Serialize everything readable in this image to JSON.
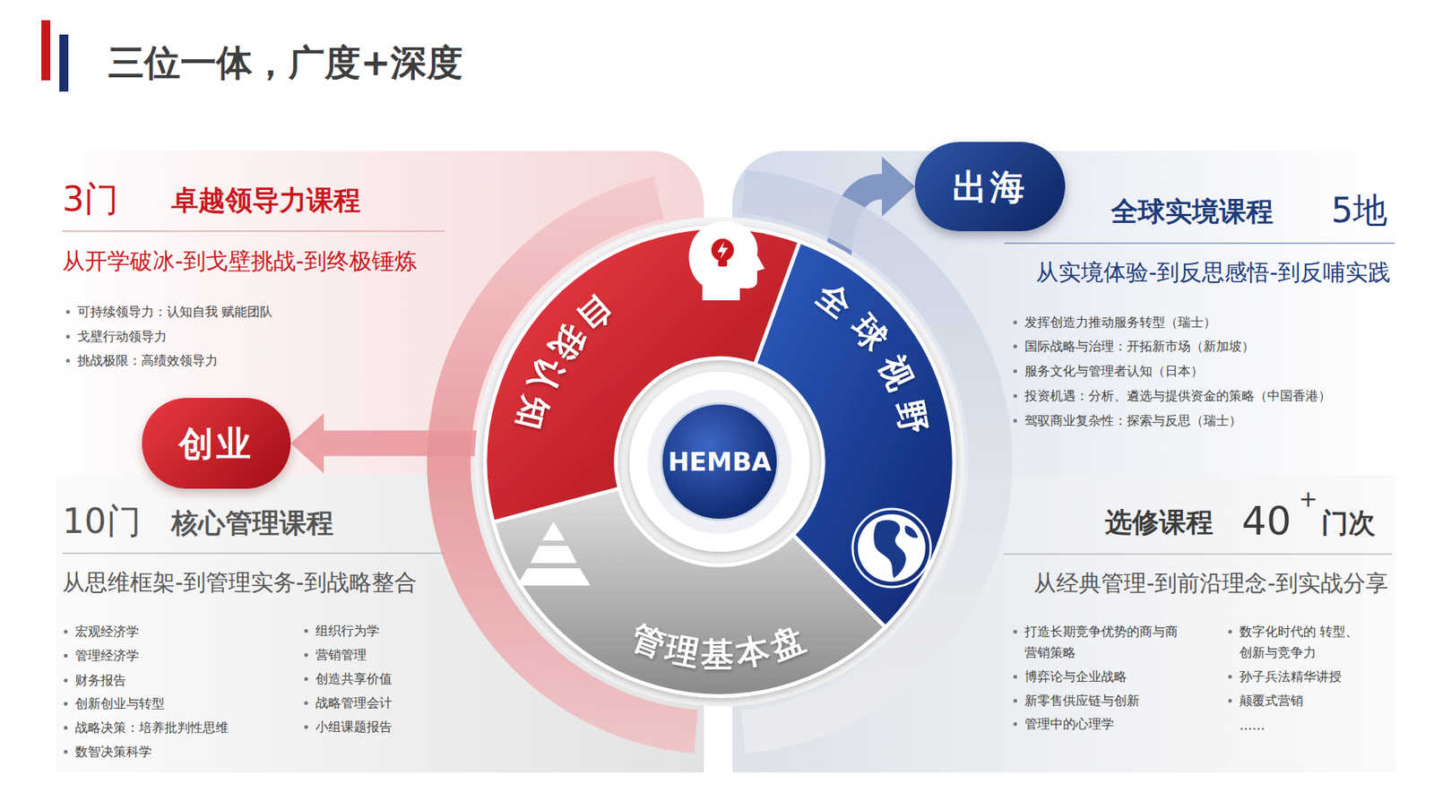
{
  "diagram": {
    "title": "三位一体，广度+深度",
    "nodes": [
      {
        "text": [
          "3门",
          "卓越领导力课程",
          "从开学破冰-到戈壁挑战-到终极锤炼",
          "可持续领导力：认知自我 赋能团队",
          "戈壁行动领导力",
          "挑战极限：高绩效领导力"
        ]
      },
      {
        "text": [
          "出海"
        ]
      },
      {
        "text": [
          "全球实境课程",
          "5地",
          "从实境体验-到反思感悟-到反哺实践",
          "发挥创造力推动服务转型（瑞士）",
          "国际战略与治理：开拓新市场（新加坡）",
          "服务文化与管理者认知（日本）",
          "投资机遇：分析、遴选与提供资金的策略（中国香港）",
          "驾驭商业复杂性：探索与反思（瑞士）"
        ]
      },
      {
        "text": [
          "自我认知"
        ]
      },
      {
        "text": [
          "全球视野"
        ]
      },
      {
        "text": [
          "HEMBA"
        ]
      },
      {
        "text": [
          "创业"
        ]
      },
      {
        "text": [
          "10门",
          "核心管理课程",
          "从思维框架-到管理实务-到战略整合",
          "宏观经济学",
          "管理经济学",
          "财务报告",
          "创新创业与转型",
          "战略决策：培养批判性思维",
          "数智决策科学",
          "组织行为学",
          "营销管理",
          "创造共享价值",
          "战略管理会计",
          "小组课题报告"
        ]
      },
      {
        "text": [
          "管理基本盘"
        ]
      },
      {
        "text": [
          "选修课程",
          "40",
          "+",
          "门次",
          "从经典管理-到前沿理念-到实战分享",
          "打造长期竞争优势的商与商 营销策略",
          "博弈论与企业战略",
          "新零售供应链与创新",
          "管理中的心理学",
          "数字化时代的 转型、创新与竞争力",
          "孙子兵法精华讲授",
          "颠覆式营销",
          "……"
        ]
      }
    ],
    "edges": [
      {
        "from": 4,
        "to": 1,
        "arrow": "to"
      },
      {
        "from": 3,
        "to": 6,
        "arrow": "to"
      }
    ]
  }
}
